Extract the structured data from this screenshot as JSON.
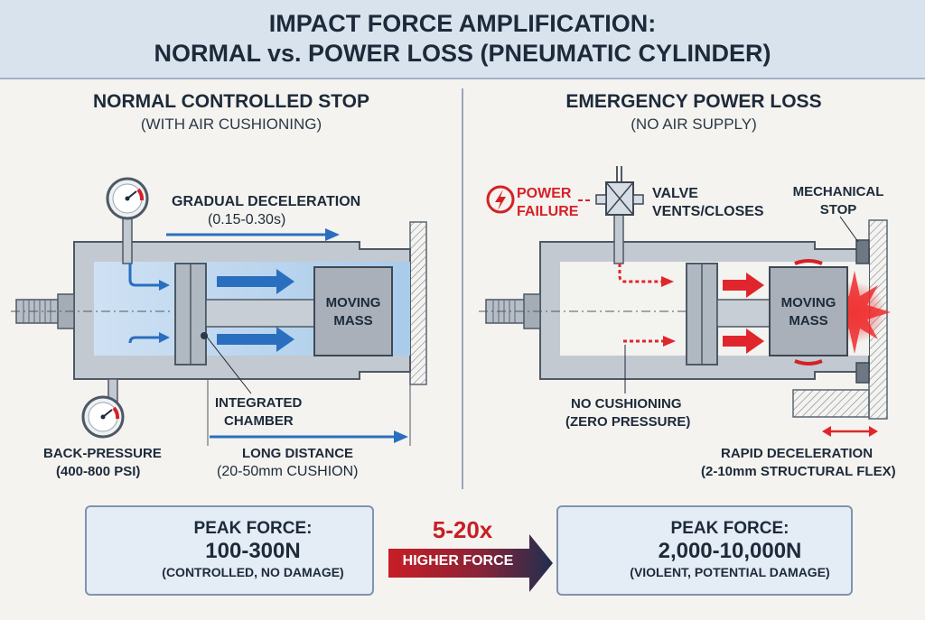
{
  "header": {
    "title_line1": "IMPACT FORCE AMPLIFICATION:",
    "title_line2": "NORMAL vs. POWER LOSS (PNEUMATIC CYLINDER)"
  },
  "left_panel": {
    "title": "NORMAL CONTROLLED STOP",
    "subtitle": "(WITH AIR CUSHIONING)",
    "deceleration_label": "GRADUAL DECELERATION",
    "deceleration_time": "(0.15-0.30s)",
    "mass_label_1": "MOVING",
    "mass_label_2": "MASS",
    "chamber_label_1": "INTEGRATED",
    "chamber_label_2": "CHAMBER",
    "back_pressure_label": "BACK-PRESSURE",
    "back_pressure_value": "(400-800 PSI)",
    "distance_label": "LONG DISTANCE",
    "distance_value": "(20-50mm CUSHION)"
  },
  "right_panel": {
    "title": "EMERGENCY POWER LOSS",
    "subtitle": "(NO AIR SUPPLY)",
    "power_failure_1": "POWER",
    "power_failure_2": "FAILURE",
    "valve_label_1": "VALVE",
    "valve_label_2": "VENTS/CLOSES",
    "stop_label_1": "MECHANICAL",
    "stop_label_2": "STOP",
    "mass_label_1": "MOVING",
    "mass_label_2": "MASS",
    "cushion_label_1": "NO CUSHIONING",
    "cushion_label_2": "(ZERO PRESSURE)",
    "decel_label_1": "RAPID DECELERATION",
    "decel_label_2": "(2-10mm STRUCTURAL FLEX)"
  },
  "summary": {
    "left_head": "PEAK FORCE:",
    "left_value": "100-300N",
    "left_note": "(CONTROLLED, NO DAMAGE)",
    "multiplier": "5-20x",
    "arrow_label": "HIGHER FORCE",
    "right_head": "PEAK FORCE:",
    "right_value": "2,000-10,000N",
    "right_note": "(VIOLENT, POTENTIAL DAMAGE)"
  },
  "colors": {
    "accent_red": "#d62027",
    "arrow_blue": "#2a6fbf",
    "check_green": "#3aa83a",
    "navy": "#1e2f4f"
  }
}
